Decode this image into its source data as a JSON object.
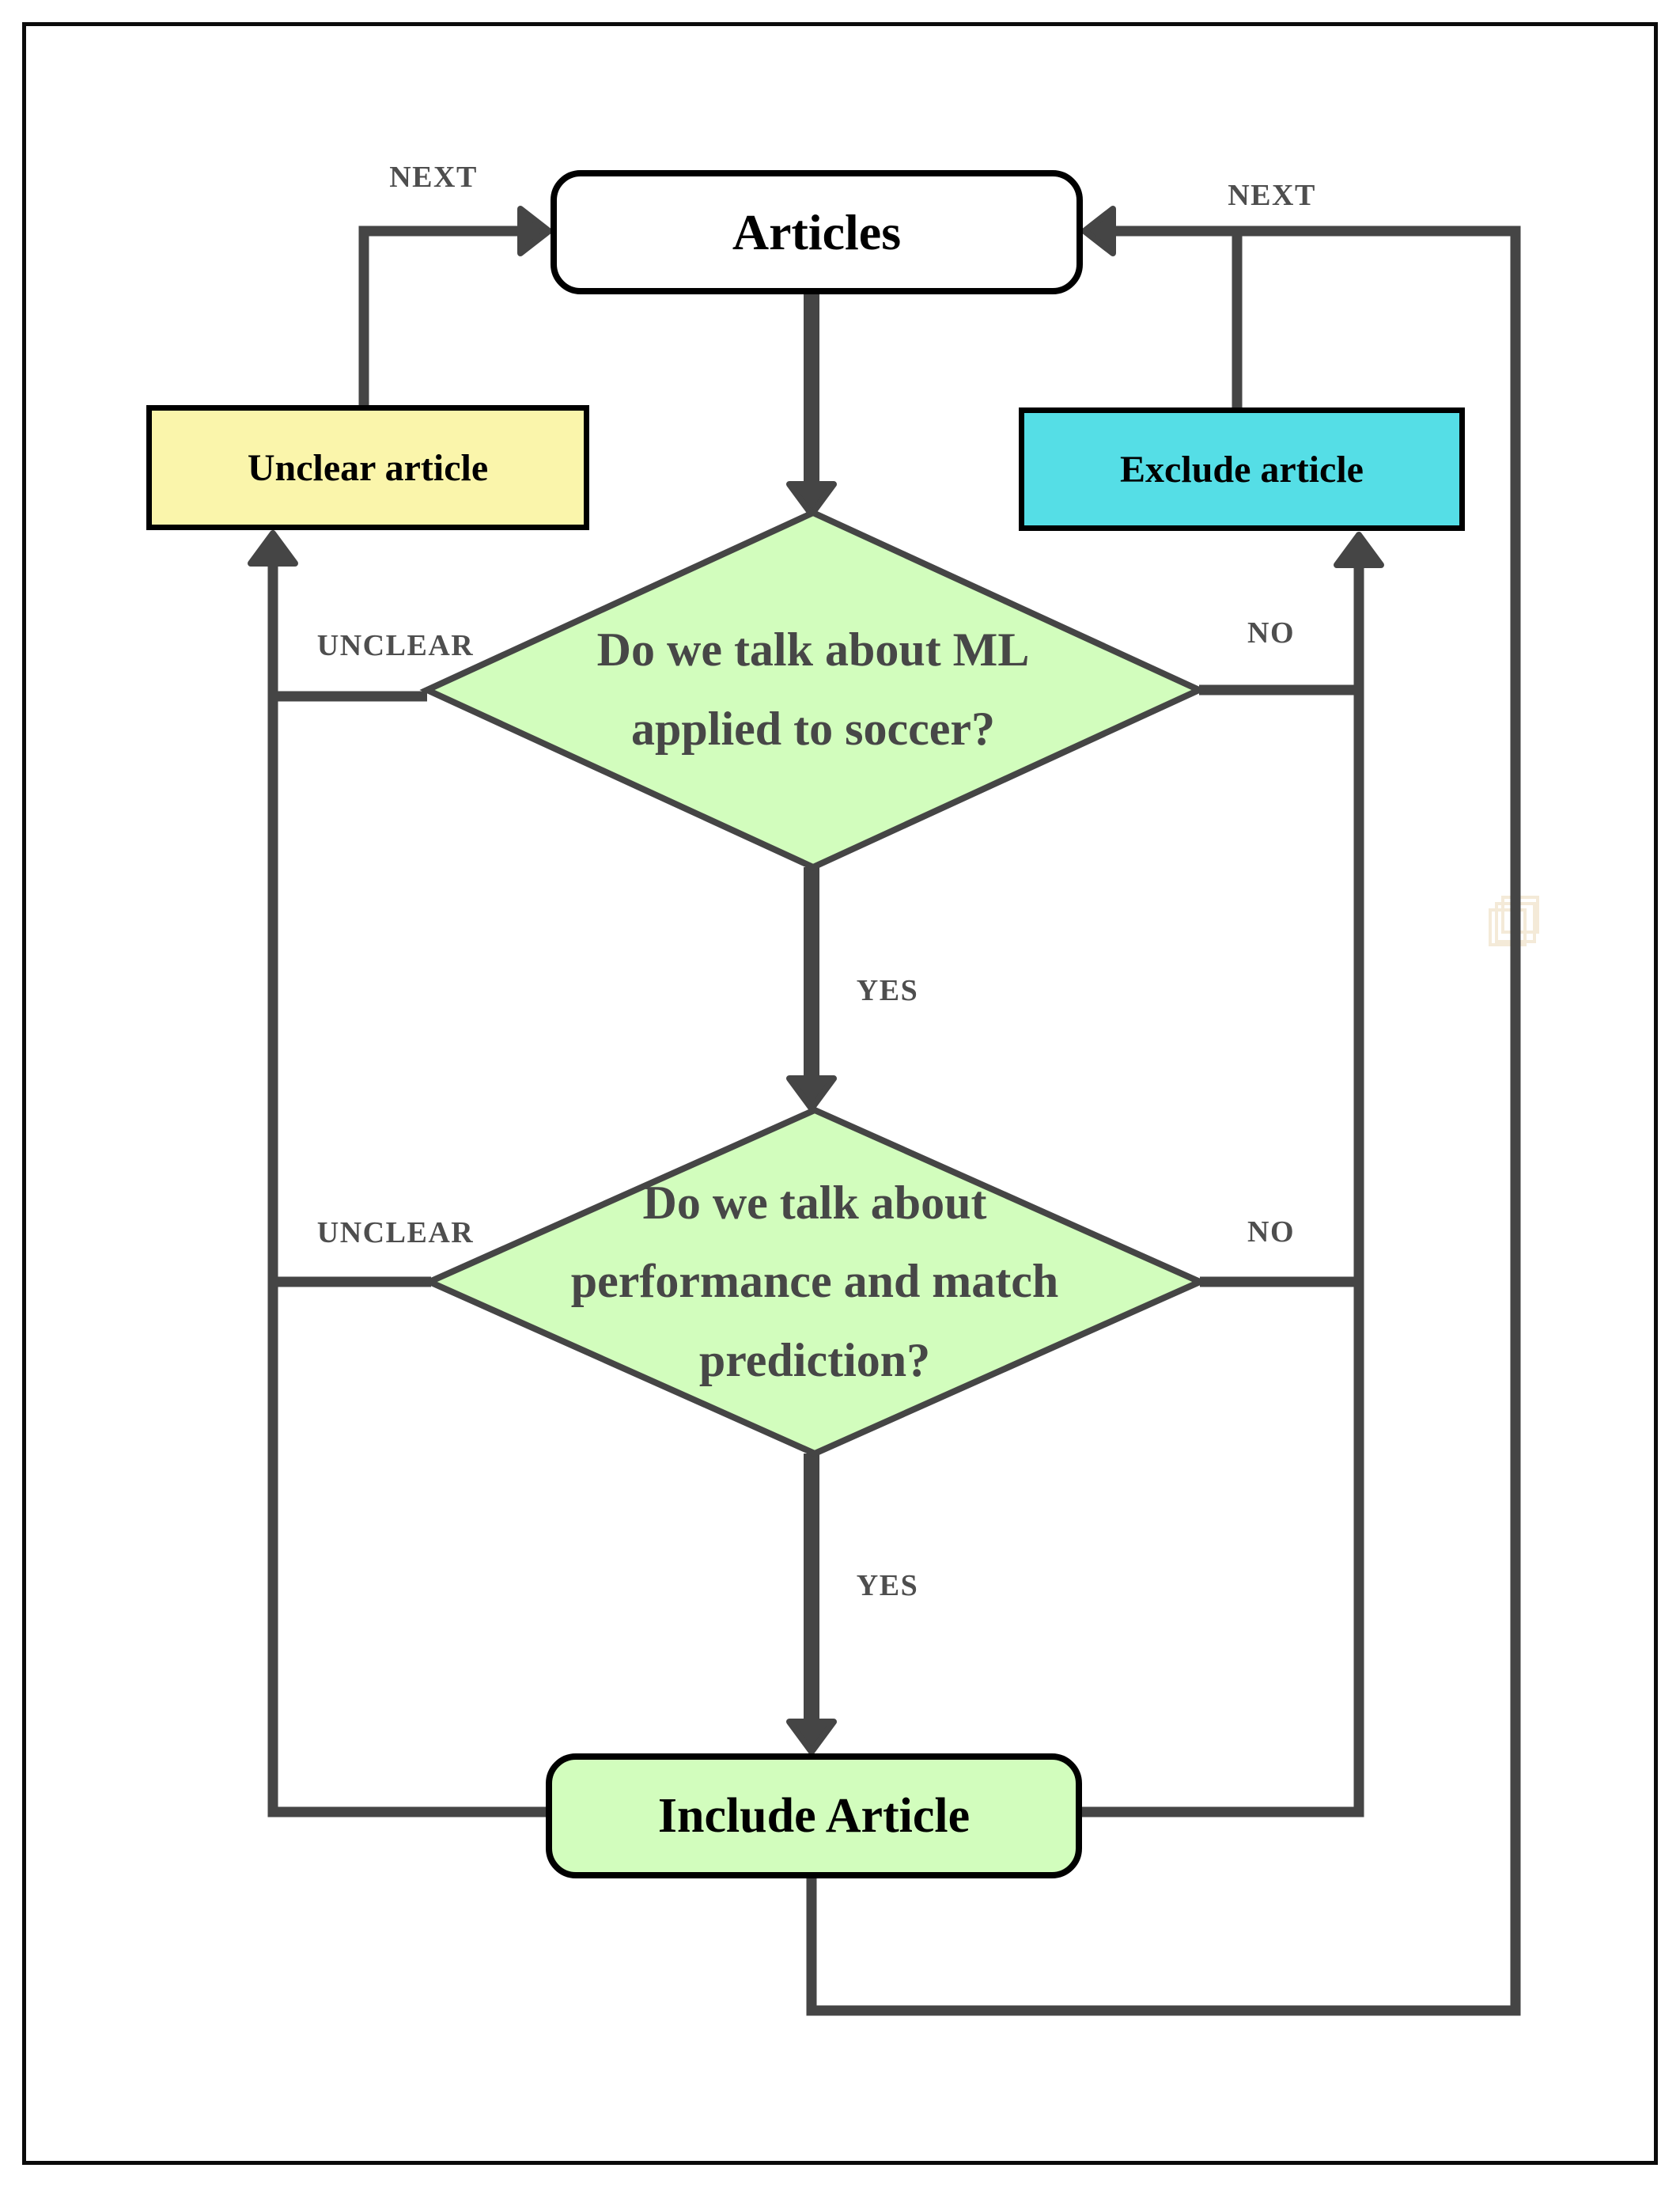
{
  "diagram": {
    "nodes": {
      "articles": {
        "label": "Articles",
        "type": "terminator",
        "bg": "#FFFFFF"
      },
      "unclear": {
        "label": "Unclear article",
        "type": "process",
        "bg": "#FAF5AB"
      },
      "exclude": {
        "label": "Exclude article",
        "type": "process",
        "bg": "#55DEE6"
      },
      "include": {
        "label": "Include Article",
        "type": "terminator",
        "bg": "#D2FDBD"
      },
      "decision1": {
        "label": "Do we talk about ML applied to soccer?",
        "type": "decision",
        "bg": "#D2FDBD",
        "lines": [
          "Do we talk about ML",
          "applied to soccer?"
        ]
      },
      "decision2": {
        "label": "Do we talk about performance and match prediction?",
        "type": "decision",
        "bg": "#D2FDBD",
        "lines": [
          "Do we talk about",
          "performance and match",
          "prediction?"
        ]
      }
    },
    "edge_labels": {
      "next_left": "NEXT",
      "next_right": "NEXT",
      "unclear_1": "UNCLEAR",
      "no_1": "NO",
      "yes_1": "YES",
      "unclear_2": "UNCLEAR",
      "no_2": "NO",
      "yes_2": "YES"
    },
    "edges": [
      {
        "from": "Articles",
        "to": "Do we talk about ML applied to soccer?",
        "label": ""
      },
      {
        "from": "Do we talk about ML applied to soccer?",
        "to": "Do we talk about performance and match prediction?",
        "label": "YES"
      },
      {
        "from": "Do we talk about ML applied to soccer?",
        "to": "Unclear article",
        "label": "UNCLEAR"
      },
      {
        "from": "Do we talk about ML applied to soccer?",
        "to": "Exclude article",
        "label": "NO"
      },
      {
        "from": "Do we talk about performance and match prediction?",
        "to": "Include Article",
        "label": "YES"
      },
      {
        "from": "Do we talk about performance and match prediction?",
        "to": "Unclear article",
        "label": "UNCLEAR"
      },
      {
        "from": "Do we talk about performance and match prediction?",
        "to": "Exclude article",
        "label": "NO"
      },
      {
        "from": "Unclear article",
        "to": "Articles",
        "label": "NEXT"
      },
      {
        "from": "Exclude article",
        "to": "Articles",
        "label": "NEXT"
      },
      {
        "from": "Include Article",
        "to": "Articles",
        "label": "NEXT"
      }
    ],
    "colors": {
      "line": "#454545",
      "diamond_fill": "#D2FDBD",
      "diamond_stroke": "#454545",
      "box_border": "#000000",
      "page_border": "#0B0B0B",
      "label_text": "#4E4E4E",
      "watermark": "#F2E6CF",
      "background": "#FFFFFF"
    }
  }
}
